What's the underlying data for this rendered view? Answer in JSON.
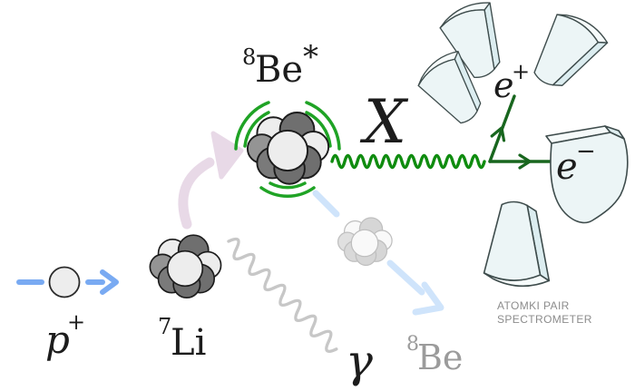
{
  "particles": {
    "proton": {
      "symbol": "p",
      "charge": "+"
    },
    "lithium": {
      "mass_number": "7",
      "symbol": "Li"
    },
    "beryllium_excited": {
      "mass_number": "8",
      "symbol": "Be",
      "excited_mark": "*"
    },
    "x_boson": {
      "symbol": "X"
    },
    "gamma": {
      "symbol": "γ"
    },
    "beryllium_ground": {
      "mass_number": "8",
      "symbol": "Be"
    },
    "positron": {
      "symbol": "e",
      "charge": "+"
    },
    "electron": {
      "symbol": "e",
      "charge": "−"
    }
  },
  "detector": {
    "caption_line1": "ATOMKI PAIR",
    "caption_line2": "SPECTROMETER"
  },
  "colors": {
    "beam_blue": "#79aaf2",
    "recoil_blue": "#cfe4fb",
    "x_wave_green": "#108c10",
    "lepton_line_green": "#18661e",
    "excitation_arc_green": "#1fa325",
    "gamma_gray": "#c7c7c7",
    "pink_arrow": "#e8d9e7",
    "nucleon_dark": "#6f6f6f",
    "nucleon_light": "#ededed",
    "detector_fill": "#ecf5f6",
    "caption_gray": "#8c8c8c",
    "ground_state_gray": "#9b9b9b"
  }
}
